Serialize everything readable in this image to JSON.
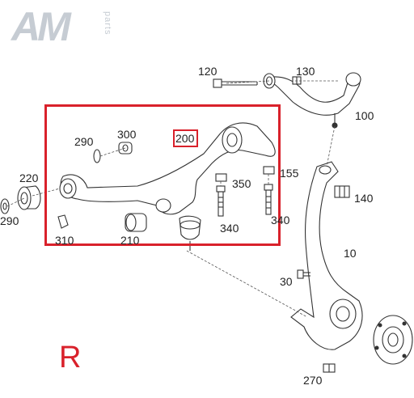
{
  "logo": {
    "main": "AM",
    "sub": "parts"
  },
  "side_marker": "R",
  "highlighted_part": "200",
  "part_labels": {
    "p120": "120",
    "p130": "130",
    "p100": "100",
    "p290a": "290",
    "p300": "300",
    "p200": "200",
    "p155": "155",
    "p220": "220",
    "p290b": "290",
    "p350": "350",
    "p140": "140",
    "p340a": "340",
    "p340b": "340",
    "p310": "310",
    "p210": "210",
    "p10": "10",
    "p30": "30",
    "p270": "270"
  },
  "colors": {
    "highlight": "#d9212b",
    "line": "#333333",
    "logo": "#c6ccd3"
  }
}
